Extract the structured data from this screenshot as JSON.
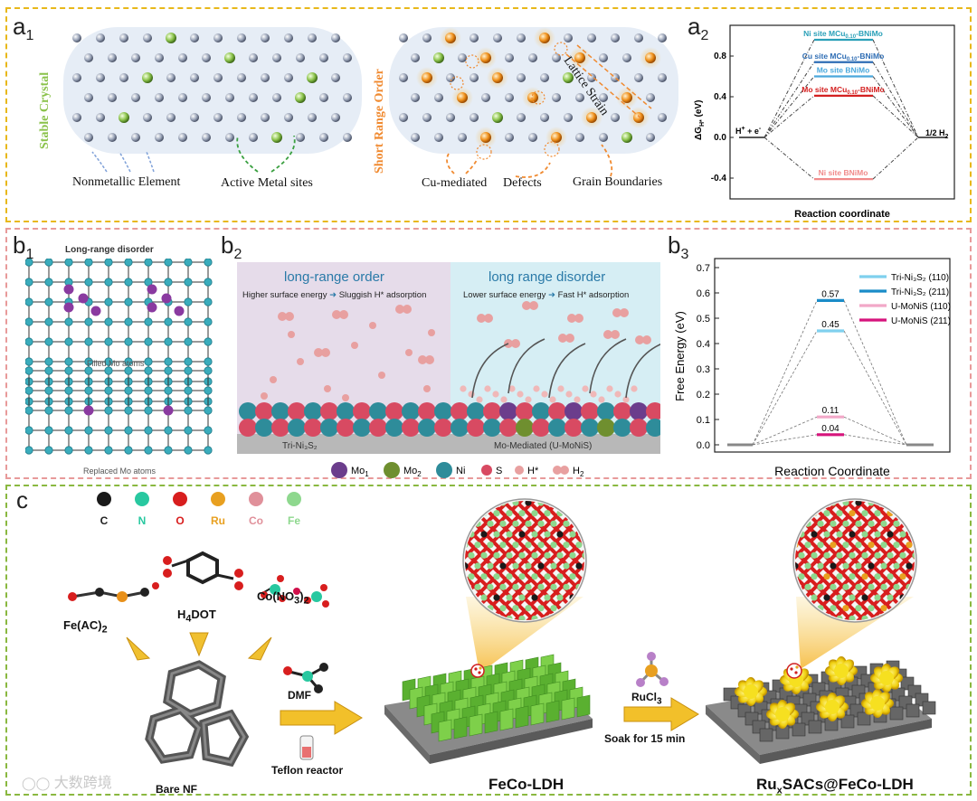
{
  "panel_a": {
    "label_a1": "a",
    "label_a1_sub": "1",
    "label_a2": "a",
    "label_a2_sub": "2",
    "stable_crystal": "Stable Crystal",
    "short_range_order": "Short Range Order",
    "lattice_strain": "Lattice Strain",
    "nonmetallic_element": "Nonmetallic Element",
    "active_metal_sites": "Active Metal sites",
    "cu_mediated": "Cu-mediated",
    "defects": "Defects",
    "grain_boundaries": "Grain Boundaries",
    "chart": {
      "ylabel": "ΔG",
      "ylabel_sub": "H*",
      "ylabel_unit": " (eV)",
      "xlabel": "Reaction coordinate",
      "yticks": [
        "0.8",
        "0.4",
        "0.0",
        "-0.4"
      ],
      "start_label": "H",
      "start_sup": "+",
      "start_rest": " + e",
      "start_sup2": "-",
      "end_label": "1/2 H",
      "end_sub": "2",
      "series": [
        {
          "pre": "Ni site MCu",
          "sub": "0.10",
          "post": "-BNiMo",
          "color": "#2aa0b8"
        },
        {
          "pre": "Cu site MCu",
          "sub": "0.10",
          "post": "-BNiMo",
          "color": "#2e6db4"
        },
        {
          "pre": "Mo site BNiMo",
          "sub": "",
          "post": "",
          "color": "#4aa8dc"
        },
        {
          "pre": "Mo site MCu",
          "sub": "0.10",
          "post": "-BNiMo",
          "color": "#d42020"
        },
        {
          "pre": "Ni site BNiMo",
          "sub": "",
          "post": "",
          "color": "#f08a8a"
        }
      ]
    }
  },
  "panel_b": {
    "label_b1": "b",
    "label_b1_sub": "1",
    "label_b2": "b",
    "label_b2_sub": "2",
    "label_b3": "b",
    "label_b3_sub": "3",
    "long_range_disorder_top": "Long-range disorder",
    "filled_mo": "Filled Mo atoms",
    "replaced_mo": "Replaced Mo atoms",
    "lro_title": "long-range order",
    "lrd_title": "long range disorder",
    "lro_desc_a": "Higher surface energy",
    "lro_desc_b": "Sluggish H* adsorption",
    "lrd_desc_a": "Lower surface energy",
    "lrd_desc_b": "Fast H* adsorption",
    "tri_ni3s2": "Tri-Ni₃S₂",
    "mo_mediated": "Mo-Mediated (U-MoNiS)",
    "legend": [
      {
        "sym": "Mo",
        "sub": "1",
        "color": "#6b3d8c"
      },
      {
        "sym": "Mo",
        "sub": "2",
        "color": "#6f8f2f"
      },
      {
        "sym": "Ni",
        "sub": "",
        "color": "#2e8c9a"
      },
      {
        "sym": "S",
        "sub": "",
        "color": "#d84a62"
      },
      {
        "sym": "H*",
        "sub": "",
        "color": "#e8a0a0"
      },
      {
        "sym": "H",
        "sub": "2",
        "color": "#e8a0a0"
      }
    ],
    "chart": {
      "ylabel": "Free Energy (eV)",
      "xlabel": "Reaction Coordinate",
      "yticks": [
        "0.0",
        "0.1",
        "0.2",
        "0.3",
        "0.4",
        "0.5",
        "0.6",
        "0.7"
      ],
      "series": [
        {
          "name": "Tri-Ni₃S₂ (110)",
          "value": 0.45,
          "label": "0.45",
          "color": "#7fd0ee"
        },
        {
          "name": "Tri-Ni₃S₂ (211)",
          "value": 0.57,
          "label": "0.57",
          "color": "#1a8cc8"
        },
        {
          "name": "U-MoNiS (110)",
          "value": 0.11,
          "label": "0.11",
          "color": "#f2a8c8"
        },
        {
          "name": "U-MoNiS (211)",
          "value": 0.04,
          "label": "0.04",
          "color": "#d6147c"
        }
      ]
    }
  },
  "panel_c": {
    "label_c": "c",
    "elements": [
      {
        "sym": "C",
        "color": "#1a1a1a"
      },
      {
        "sym": "N",
        "color": "#28c8a0"
      },
      {
        "sym": "O",
        "color": "#d81e1e"
      },
      {
        "sym": "Ru",
        "color": "#e8a020"
      },
      {
        "sym": "Co",
        "color": "#e0909a"
      },
      {
        "sym": "Fe",
        "color": "#8ed88e"
      }
    ],
    "fe_ac2": "Fe(AC)",
    "fe_ac2_sub": "2",
    "h4dot_pre": "H",
    "h4dot_sub": "4",
    "h4dot_post": "DOT",
    "co_no3_pre": "Co(NO",
    "co_no3_sub": "3",
    "co_no3_post": ")",
    "co_no3_sub2": "2",
    "bare_nf": "Bare NF",
    "dmf": "DMF",
    "teflon": "Teflon reactor",
    "feco_ldh": "FeCo-LDH",
    "rucl3_pre": "RuCl",
    "rucl3_sub": "3",
    "soak": "Soak for 15 min",
    "ru_sacs_pre": "Ru",
    "ru_sacs_sub": "x",
    "ru_sacs_post": "SACs@FeCo-LDH",
    "watermark": "大数跨境"
  }
}
